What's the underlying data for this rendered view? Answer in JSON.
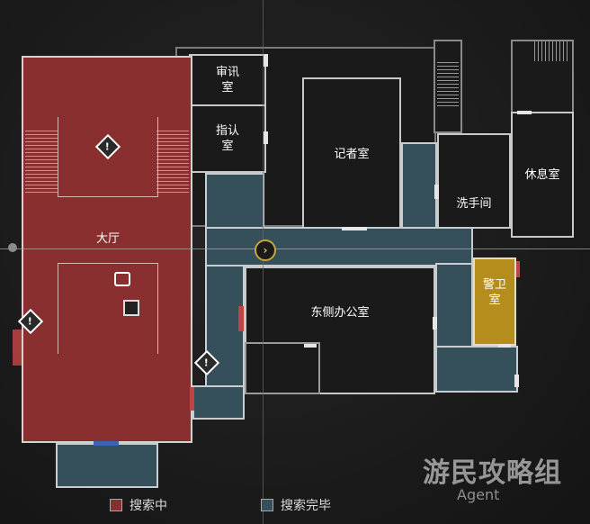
{
  "rooms": {
    "main_hall": "大厅",
    "interrogation": "审讯\n室",
    "identification": "指认\n室",
    "press_room": "记者室",
    "rest_room": "休息室",
    "washroom": "洗手间",
    "east_office": "东侧办公室",
    "guard_room": "警卫\n室"
  },
  "legend": {
    "searching_label": "搜索中",
    "done_label": "搜索完毕",
    "searching_color": "#8a2f2f",
    "done_color": "#36505b"
  },
  "watermark": {
    "brand": "游民攻略组",
    "sub": "Agent"
  },
  "icons": {
    "warning": "warning-icon",
    "player": "player-position-icon",
    "typewriter": "typewriter-icon",
    "item_box": "item-box-icon"
  },
  "warning_glyph": "!",
  "player_glyph": "›"
}
